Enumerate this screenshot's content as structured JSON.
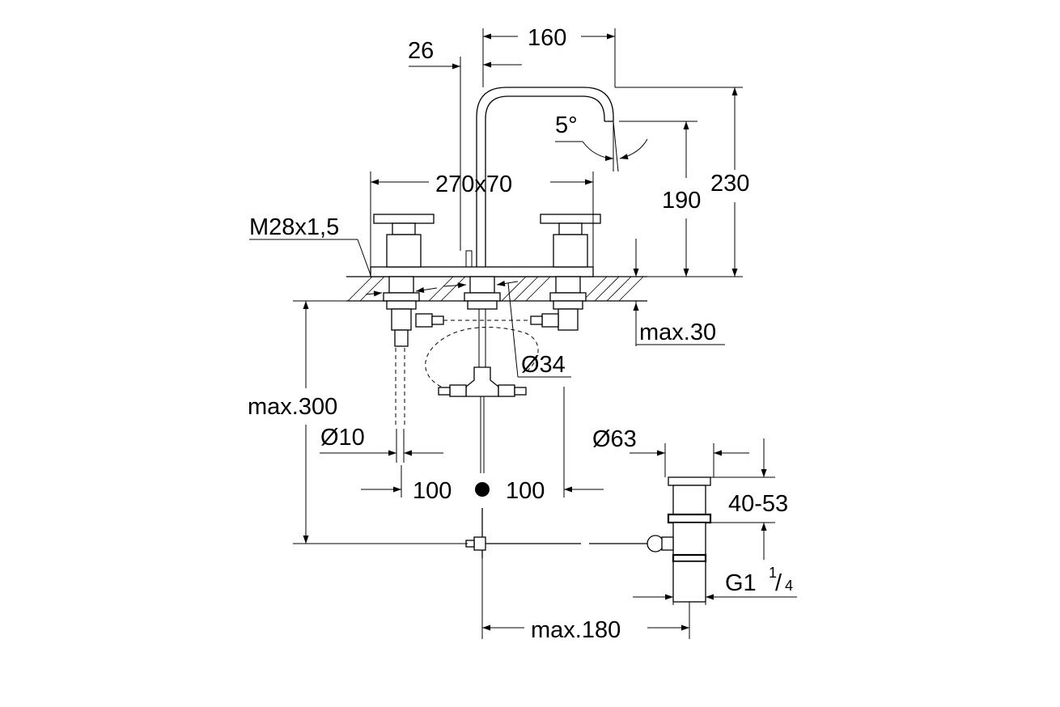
{
  "dimensions": {
    "spout_offset": "26",
    "spout_reach": "160",
    "spout_angle": "5°",
    "outlet_height": "190",
    "spout_height": "230",
    "handle_spread": "270x70",
    "thread": "M28x1,5",
    "max_thickness": "max.30",
    "hole_diameter": "Ø34",
    "max_depth": "max.300",
    "pipe_diameter": "Ø10",
    "left_distance": "100",
    "right_distance": "100",
    "waste_diameter": "Ø63",
    "waste_thickness": "40-53",
    "waste_thread_main": "G1",
    "waste_thread_num": "1",
    "waste_thread_den": "4",
    "max_rod": "max.180"
  }
}
